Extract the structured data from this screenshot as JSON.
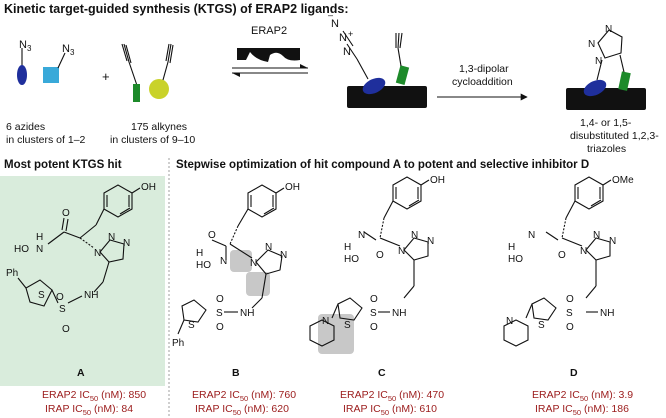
{
  "title": "Kinetic target-guided synthesis (KTGS) of ERAP2 ligands:",
  "top": {
    "protein_label": "ERAP2",
    "azide_atom": "N",
    "azide_subscript": "3",
    "azides_caption": [
      "6 azides",
      "in clusters of 1–2"
    ],
    "alkynes_caption": [
      "175 alkynes",
      "in clusters of 9–10"
    ],
    "plus": "+",
    "reaction_label": [
      "1,3-dipolar",
      "cycloaddition"
    ],
    "product_caption": [
      "1,4- or 1,5-",
      "disubstituted 1,2,3-",
      "triazoles"
    ],
    "azide_charge_minus": "–",
    "azide_charge_plus": "+"
  },
  "left_panel": {
    "heading": "Most potent KTGS hit",
    "compound": {
      "label": "A",
      "atoms": [
        "OH",
        "HO",
        "N",
        "O",
        "N",
        "N",
        "N",
        "Ph",
        "S",
        "S",
        "NH",
        "O",
        "O",
        "H"
      ],
      "erap2": {
        "prefix": "ERAP2 IC",
        "sub": "50",
        "suffix": " (nM): 850"
      },
      "irap": {
        "prefix": "IRAP IC",
        "sub": "50",
        "suffix": " (nM): 84"
      }
    }
  },
  "right_panel": {
    "heading": "Stepwise optimization of hit compound A to potent and selective inhibitor D",
    "compounds": [
      {
        "label": "B",
        "atoms": [
          "OH",
          "HO",
          "N",
          "H",
          "O",
          "N",
          "N",
          "N",
          "Ph",
          "S",
          "S",
          "NH",
          "O",
          "O"
        ],
        "erap2": {
          "prefix": "ERAP2 IC",
          "sub": "50",
          "suffix": " (nM): 760"
        },
        "irap": {
          "prefix": "IRAP IC",
          "sub": "50",
          "suffix": " (nM): 620"
        }
      },
      {
        "label": "C",
        "atoms": [
          "OH",
          "HO",
          "N",
          "H",
          "O",
          "N",
          "N",
          "N",
          "N",
          "S",
          "S",
          "NH",
          "O",
          "O"
        ],
        "erap2": {
          "prefix": "ERAP2 IC",
          "sub": "50",
          "suffix": " (nM): 470"
        },
        "irap": {
          "prefix": "IRAP IC",
          "sub": "50",
          "suffix": " (nM): 610"
        }
      },
      {
        "label": "D",
        "atoms": [
          "OMe",
          "HO",
          "N",
          "H",
          "O",
          "N",
          "N",
          "N",
          "N",
          "S",
          "S",
          "NH",
          "O",
          "O"
        ],
        "erap2": {
          "prefix": "ERAP2 IC",
          "sub": "50",
          "suffix": " (nM): 3.9"
        },
        "irap": {
          "prefix": "IRAP IC",
          "sub": "50",
          "suffix": " (nM): 186"
        }
      }
    ]
  },
  "colors": {
    "panel_green": "#d9ecdc",
    "highlight_grey": "#c8c8c8",
    "azide_blue_ellipse": "#1f2f9c",
    "azide_cyan_square": "#39a9d9",
    "alkyne_green_rect": "#1d8a2a",
    "alkyne_yellow_circle": "#c9d22a",
    "ic50_red": "#9b1b1b",
    "protein_black": "#111111"
  }
}
